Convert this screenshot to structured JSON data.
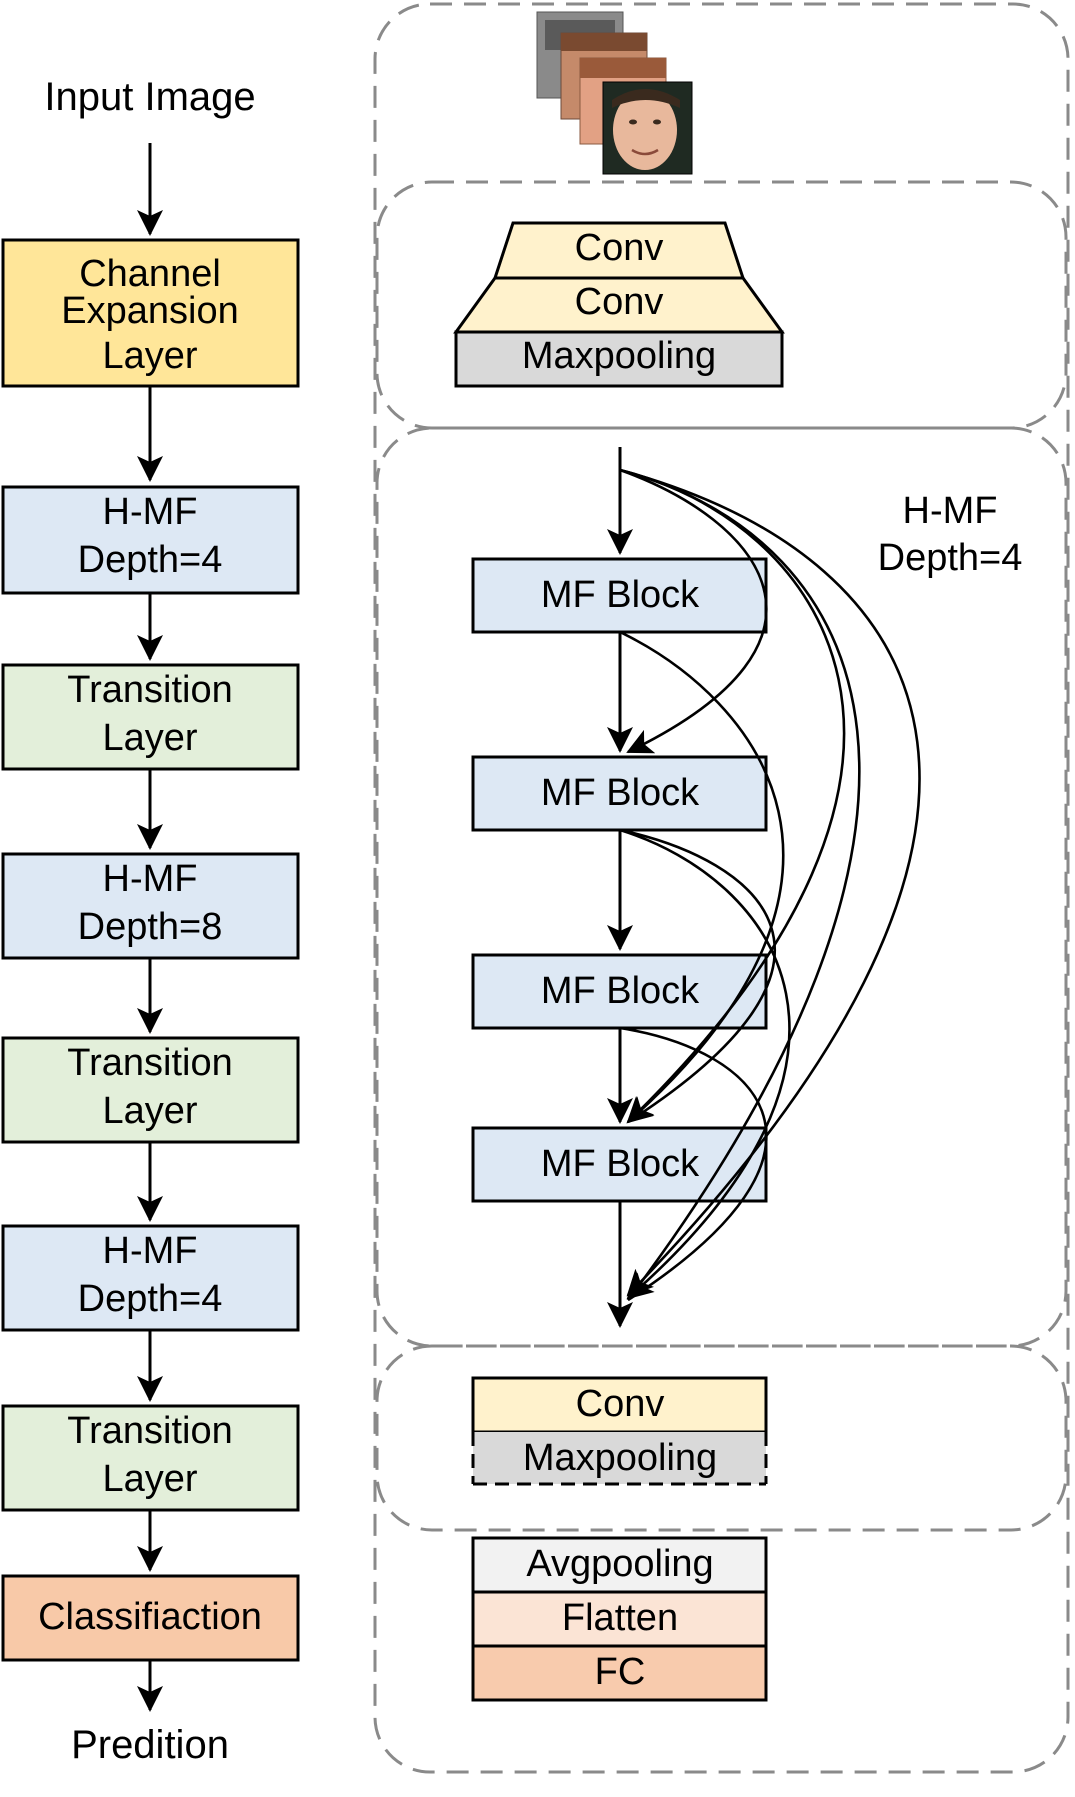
{
  "colors": {
    "channel_expansion": "#ffe699",
    "hmf": "#dde8f4",
    "transition": "#e3efda",
    "classification": "#f8c9a8",
    "conv": "#fff2cc",
    "maxpooling": "#d9d9d9",
    "avgpooling": "#f2f2f2",
    "flatten": "#fbe4d5",
    "fc": "#f8cbad",
    "dashed_border": "#8a8a8a"
  },
  "left_column": {
    "input_label": "Input Image",
    "channel_expansion": [
      "Channel",
      "Expansion",
      "Layer"
    ],
    "hmf_1": [
      "H-MF",
      "Depth=4"
    ],
    "transition_1": [
      "Transition",
      "Layer"
    ],
    "hmf_2": [
      "H-MF",
      "Depth=8"
    ],
    "transition_2": [
      "Transition",
      "Layer"
    ],
    "hmf_3": [
      "H-MF",
      "Depth=4"
    ],
    "transition_3": [
      "Transition",
      "Layer"
    ],
    "classification": "Classifiaction",
    "output_label": "Predition"
  },
  "right_column": {
    "input_images_icon": "stacked-face-photos",
    "stem": {
      "conv_1": "Conv",
      "conv_2": "Conv",
      "maxpooling": "Maxpooling"
    },
    "hmf_detail": {
      "title": [
        "H-MF",
        "Depth=4"
      ],
      "blocks": [
        "MF Block",
        "MF Block",
        "MF Block",
        "MF Block"
      ]
    },
    "transition": {
      "conv": "Conv",
      "maxpooling": "Maxpooling"
    },
    "head": {
      "avgpooling": "Avgpooling",
      "flatten": "Flatten",
      "fc": "FC"
    }
  }
}
